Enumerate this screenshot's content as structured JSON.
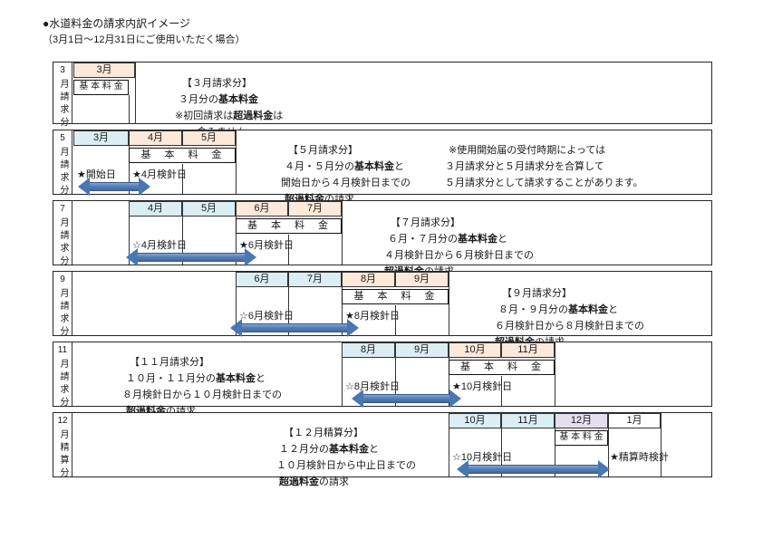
{
  "title": "●水道料金の請求内訳イメージ",
  "subtitle": "（3月1日～12月31日にご使用いただく場合）",
  "colors": {
    "past_month_fill": "#DAEEF3",
    "billed_month_fill": "#FDE9D9",
    "settlement_month_fill": "#E4DFEC",
    "arrow_blue": "#4A77B2"
  },
  "rows": [
    {
      "side_num": "3",
      "side_text": "月請求分",
      "months": [
        {
          "label": "3月",
          "type": "billed"
        }
      ],
      "fee_label": "基 本 料 金",
      "marks": [],
      "desc": [
        "【３月請求分】",
        "３月分の**基本料金**",
        "※初回請求は**超過料金**は",
        "　含みません。"
      ]
    },
    {
      "side_num": "5",
      "side_text": "月請求分",
      "months": [
        {
          "label": "3月",
          "type": "past"
        },
        {
          "label": "4月",
          "type": "billed"
        },
        {
          "label": "5月",
          "type": "billed"
        }
      ],
      "fee_label": "基　本　料　金",
      "marks": [
        {
          "text": "★開始日"
        },
        {
          "text": "★4月検針日"
        }
      ],
      "desc": [
        "【５月請求分】",
        "４月・５月分の**基本料金**と",
        "開始日から４月検針日までの",
        "**超過料金**の請求"
      ],
      "note": [
        "※使用開始届の受付時期によっては",
        "３月請求分と５月請求分を合算して",
        "５月請求分として請求することがあります。"
      ]
    },
    {
      "side_num": "7",
      "side_text": "月請求分",
      "months": [
        {
          "label": "4月",
          "type": "past"
        },
        {
          "label": "5月",
          "type": "past"
        },
        {
          "label": "6月",
          "type": "billed"
        },
        {
          "label": "7月",
          "type": "billed"
        }
      ],
      "fee_label": "基　本　料　金",
      "marks": [
        {
          "text": "☆4月検針日"
        },
        {
          "text": "★6月検針日"
        }
      ],
      "desc": [
        "【７月請求分】",
        "６月・７月分の**基本料金**と",
        "４月検針日から６月検針日までの",
        "**超過料金**の請求"
      ]
    },
    {
      "side_num": "9",
      "side_text": "月請求分",
      "months": [
        {
          "label": "6月",
          "type": "past"
        },
        {
          "label": "7月",
          "type": "past"
        },
        {
          "label": "8月",
          "type": "billed"
        },
        {
          "label": "9月",
          "type": "billed"
        }
      ],
      "fee_label": "基　本　料　金",
      "marks": [
        {
          "text": "☆6月検針日"
        },
        {
          "text": "★8月検針日"
        }
      ],
      "desc": [
        "【９月請求分】",
        "８月・９月分の**基本料金**と",
        "６月検針日から８月検針日までの",
        "**超過料金**の請求"
      ]
    },
    {
      "side_num": "11",
      "side_text": "月請求分",
      "months": [
        {
          "label": "8月",
          "type": "past"
        },
        {
          "label": "9月",
          "type": "past"
        },
        {
          "label": "10月",
          "type": "billed"
        },
        {
          "label": "11月",
          "type": "billed"
        }
      ],
      "fee_label": "基　本　料　金",
      "marks": [
        {
          "text": "☆8月検針日"
        },
        {
          "text": "★10月検針日"
        }
      ],
      "desc": [
        "【１１月請求分】",
        "１０月・１１月分の**基本料金**と",
        "８月検針日から１０月検針日までの",
        "**超過料金**の請求"
      ]
    },
    {
      "side_num": "12",
      "side_text": "月精算分",
      "months": [
        {
          "label": "10月",
          "type": "past"
        },
        {
          "label": "11月",
          "type": "past"
        },
        {
          "label": "12月",
          "type": "settlement"
        },
        {
          "label": "1月",
          "type": "plain"
        }
      ],
      "fee_label": "基 本 料 金",
      "marks": [
        {
          "text": "☆10月検針日"
        },
        {
          "text": "★精算時検針"
        }
      ],
      "desc": [
        "【１２月精算分】",
        "１２月分の**基本料金**と",
        "１０月検針日から中止日までの",
        "**超過料金**の請求"
      ]
    }
  ]
}
